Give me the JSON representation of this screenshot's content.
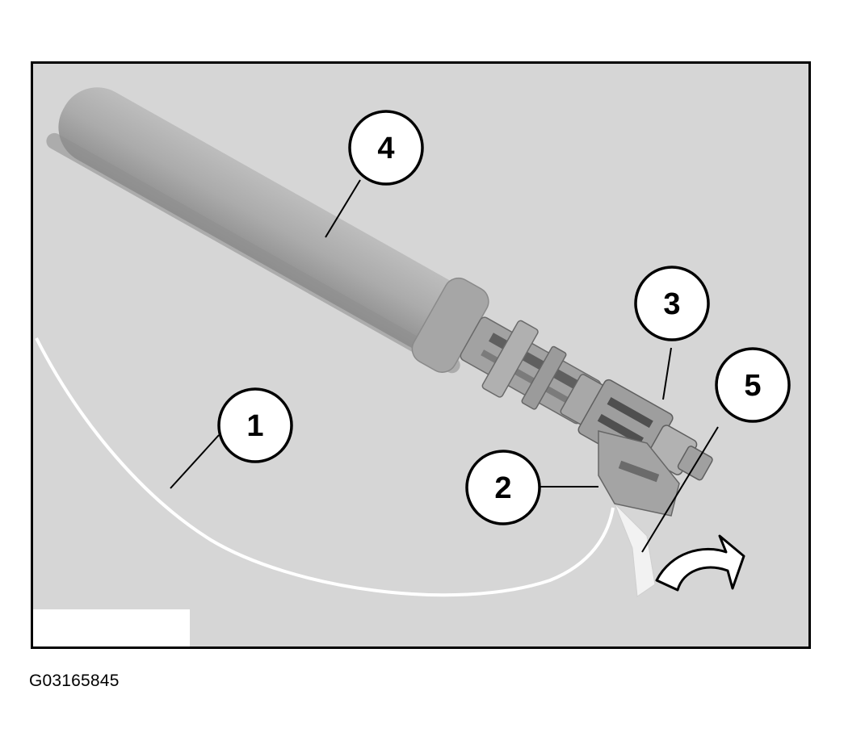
{
  "figure": {
    "id": "G03165845",
    "callouts": [
      {
        "key": "1",
        "label": "1"
      },
      {
        "key": "2",
        "label": "2"
      },
      {
        "key": "3",
        "label": "3"
      },
      {
        "key": "4",
        "label": "4"
      },
      {
        "key": "5",
        "label": "5"
      }
    ]
  },
  "colors": {
    "background": "#d6d6d6",
    "border": "#000000",
    "handle": "#adadad",
    "metal": "#9a9a9a",
    "cable": "#ffffff"
  },
  "icons": [
    "curved-arrow-icon"
  ]
}
